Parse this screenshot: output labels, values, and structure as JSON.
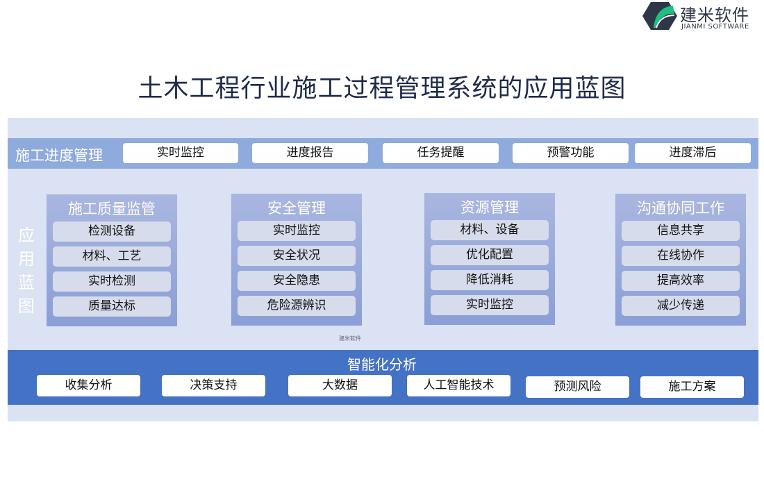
{
  "logo": {
    "cn": "建米软件",
    "en": "JIANMI SOFTWARE"
  },
  "title": "土木工程行业施工过程管理系统的应用蓝图",
  "progress": {
    "label": "施工进度管理",
    "items": [
      "实时监控",
      "进度报告",
      "任务提醒",
      "预警功能",
      "进度滞后"
    ]
  },
  "side_label": [
    "应",
    "用",
    "蓝",
    "图"
  ],
  "cards": [
    {
      "title": "施工质量监管",
      "items": [
        "检测设备",
        "材料、工艺",
        "实时检测",
        "质量达标"
      ]
    },
    {
      "title": "安全管理",
      "items": [
        "实时监控",
        "安全状况",
        "安全隐患",
        "危险源辨识"
      ]
    },
    {
      "title": "资源管理",
      "items": [
        "材料、设备",
        "优化配置",
        "降低消耗",
        "实时监控"
      ]
    },
    {
      "title": "沟通协同工作",
      "items": [
        "信息共享",
        "在线协作",
        "提高效率",
        "减少传递"
      ]
    }
  ],
  "watermark": "建米软件",
  "analysis": {
    "title": "智能化分析",
    "items": [
      "收集分析",
      "决策支持",
      "大数据",
      "人工智能技术",
      "预测风险",
      "施工方案"
    ]
  },
  "colors": {
    "panel": "#dae2f3",
    "bar": "#8faadc",
    "band": "#4472c4",
    "logo_green": "#1fbf83",
    "logo_dark": "#2f3648"
  }
}
